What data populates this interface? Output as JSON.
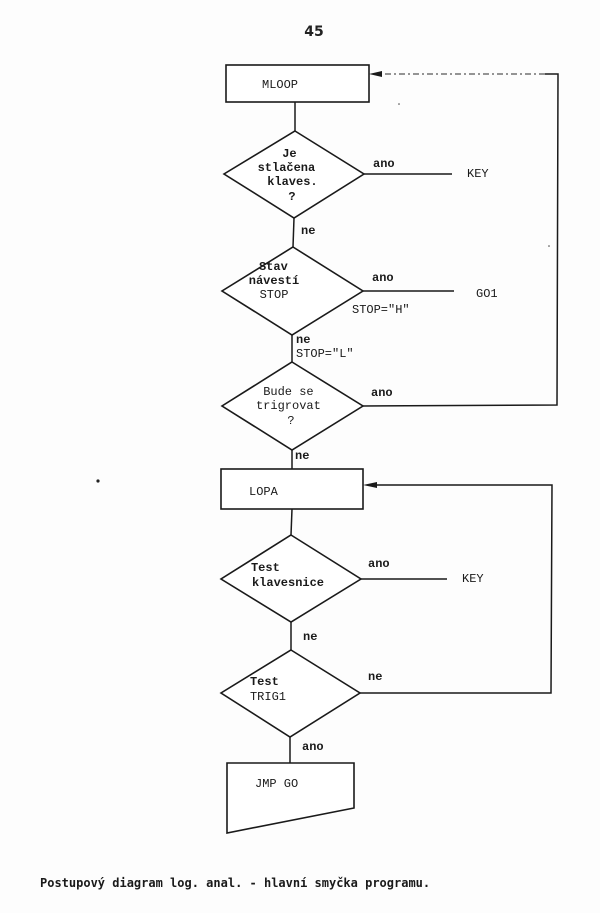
{
  "page_number": "45",
  "caption": "Postupový diagram log. anal. - hlavní smyčka programu.",
  "nodes": {
    "mloop": {
      "type": "process",
      "label": "MLOOP"
    },
    "key_pressed": {
      "type": "decision",
      "lines": [
        "Je",
        "stlačena",
        "klaves.",
        "?"
      ]
    },
    "stop_flag": {
      "type": "decision",
      "lines": [
        "Stav",
        "návestí",
        "STOP"
      ]
    },
    "will_trigger": {
      "type": "decision",
      "lines": [
        "Bude se",
        "trigrovat",
        "?"
      ]
    },
    "lopa": {
      "type": "process",
      "label": "LOPA"
    },
    "test_keyboard": {
      "type": "decision",
      "lines": [
        "Test",
        "klavesnice"
      ]
    },
    "test_trig1": {
      "type": "decision",
      "lines": [
        "Test",
        "TRIG1"
      ]
    },
    "jmp_go": {
      "type": "manual-operation",
      "label": "JMP GO"
    }
  },
  "edges": {
    "key_pressed_yes": {
      "label": "ano",
      "target": "KEY"
    },
    "key_pressed_no": {
      "label": "ne"
    },
    "stop_flag_yes": {
      "label": "ano",
      "condition": "STOP=\"H\"",
      "target": "GO1"
    },
    "stop_flag_no": {
      "label": "ne",
      "condition": "STOP=\"L\""
    },
    "will_trigger_yes": {
      "label": "ano",
      "target": "MLOOP"
    },
    "will_trigger_no": {
      "label": "ne"
    },
    "test_keyboard_yes": {
      "label": "ano",
      "target": "KEY"
    },
    "test_keyboard_no": {
      "label": "ne"
    },
    "test_trig1_no": {
      "label": "ne",
      "target": "LOPA"
    },
    "test_trig1_yes": {
      "label": "ano"
    }
  }
}
